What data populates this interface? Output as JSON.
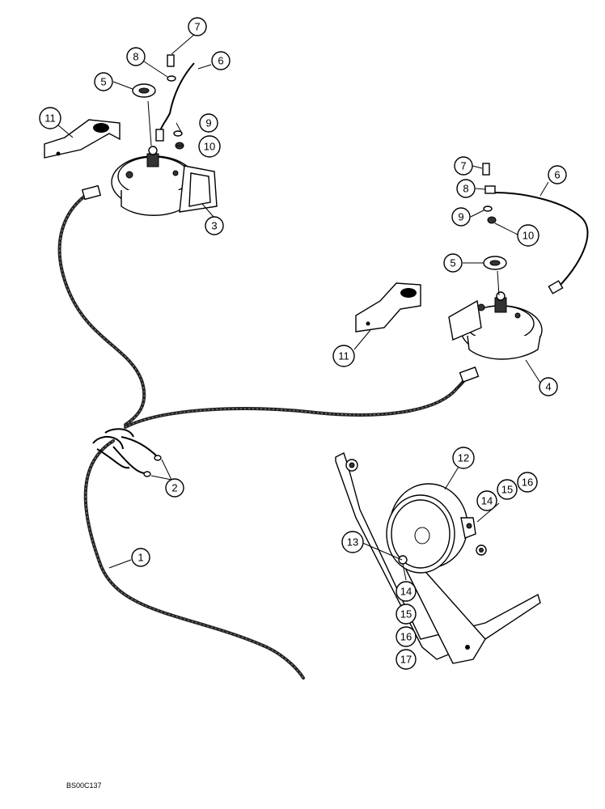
{
  "drawing_code": "BS00C137",
  "callouts": [
    {
      "id": "c-7a",
      "label": "7"
    },
    {
      "id": "c-8a",
      "label": "8"
    },
    {
      "id": "c-6a",
      "label": "6"
    },
    {
      "id": "c-5a",
      "label": "5"
    },
    {
      "id": "c-11a",
      "label": "11"
    },
    {
      "id": "c-9a",
      "label": "9"
    },
    {
      "id": "c-10a",
      "label": "10"
    },
    {
      "id": "c-3",
      "label": "3"
    },
    {
      "id": "c-7b",
      "label": "7"
    },
    {
      "id": "c-8b",
      "label": "8"
    },
    {
      "id": "c-6b",
      "label": "6"
    },
    {
      "id": "c-9b",
      "label": "9"
    },
    {
      "id": "c-10b",
      "label": "10"
    },
    {
      "id": "c-5b",
      "label": "5"
    },
    {
      "id": "c-11b",
      "label": "11"
    },
    {
      "id": "c-4",
      "label": "4"
    },
    {
      "id": "c-2",
      "label": "2"
    },
    {
      "id": "c-1",
      "label": "1"
    },
    {
      "id": "c-12",
      "label": "12"
    },
    {
      "id": "c-14a",
      "label": "14"
    },
    {
      "id": "c-15a",
      "label": "15"
    },
    {
      "id": "c-16a",
      "label": "16"
    },
    {
      "id": "c-13",
      "label": "13"
    },
    {
      "id": "c-14b",
      "label": "14"
    },
    {
      "id": "c-15b",
      "label": "15"
    },
    {
      "id": "c-16b",
      "label": "16"
    },
    {
      "id": "c-17",
      "label": "17"
    }
  ]
}
